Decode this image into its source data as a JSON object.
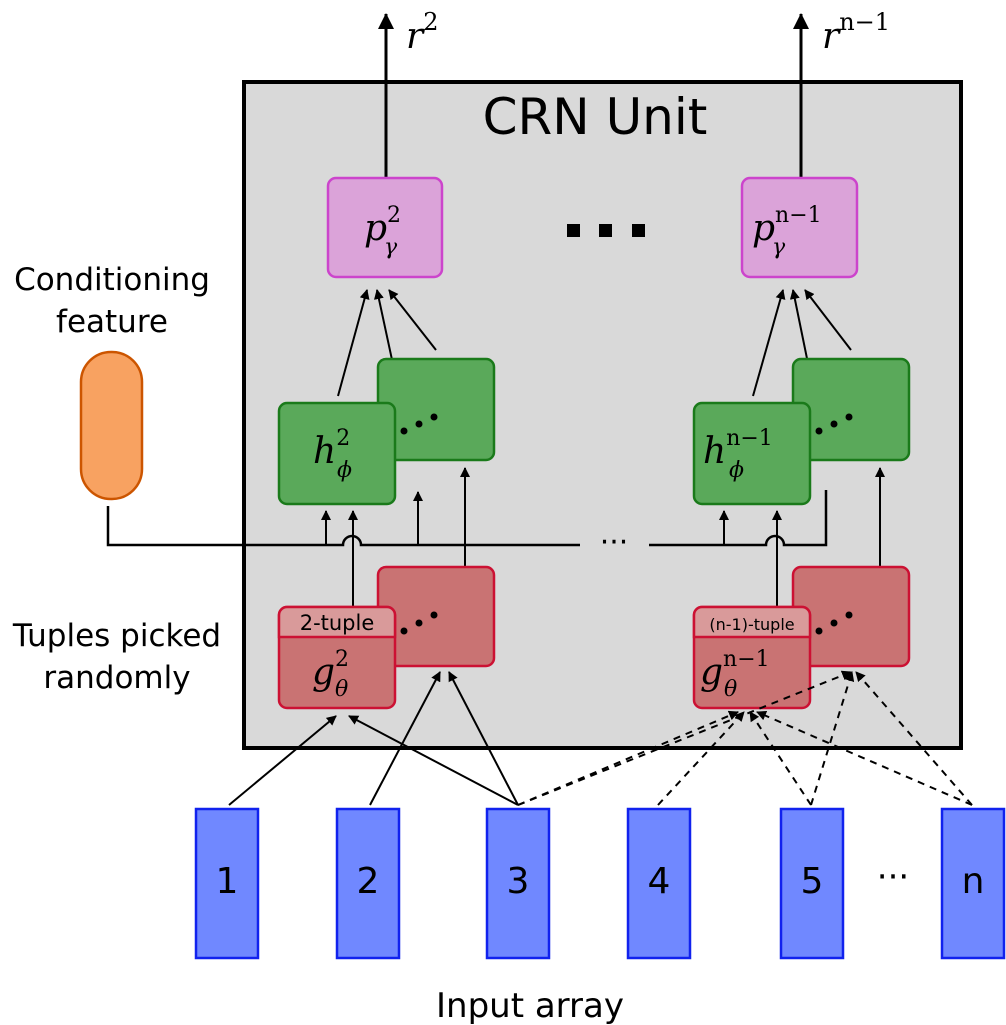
{
  "unit": {
    "title": "CRN Unit",
    "colors": {
      "unit_fill": "#d9d9d9",
      "p_fill": "#dba3d9",
      "p_stroke": "#cc44cc",
      "h_fill": "#5aa95a",
      "h_stroke": "#1a7a1a",
      "g_fill": "#c97373",
      "g_stroke": "#cc1133",
      "tuple_tab_fill": "#d99a9a",
      "input_fill": "#7088ff",
      "input_stroke": "#1122ee",
      "cond_fill": "#f8a261",
      "cond_stroke": "#cc5500"
    },
    "outputs": [
      {
        "base": "r",
        "sup": "2"
      },
      {
        "base": "r",
        "sup": "n−1"
      }
    ],
    "p_blocks": [
      {
        "base": "p",
        "sup": "2",
        "sub": "γ"
      },
      {
        "base": "p",
        "sup": "n−1",
        "sub": "γ"
      }
    ],
    "h_blocks": [
      {
        "base": "h",
        "sup": "2",
        "sub": "ϕ"
      },
      {
        "base": "h",
        "sup": "n−1",
        "sub": "ϕ"
      }
    ],
    "g_blocks": [
      {
        "tuple": "2-tuple",
        "base": "g",
        "sup": "2",
        "sub": "θ"
      },
      {
        "tuple": "(n-1)-tuple",
        "base": "g",
        "sup": "n−1",
        "sub": "θ"
      }
    ],
    "middle_ellipsis": "...",
    "bus_ellipsis": "···"
  },
  "labels": {
    "conditioning": [
      "Conditioning",
      "feature"
    ],
    "tuples": [
      "Tuples picked",
      "randomly"
    ],
    "input_array": "Input array"
  },
  "inputs": {
    "cells": [
      "1",
      "2",
      "3",
      "4",
      "5",
      "n"
    ],
    "ellipsis": "···"
  }
}
